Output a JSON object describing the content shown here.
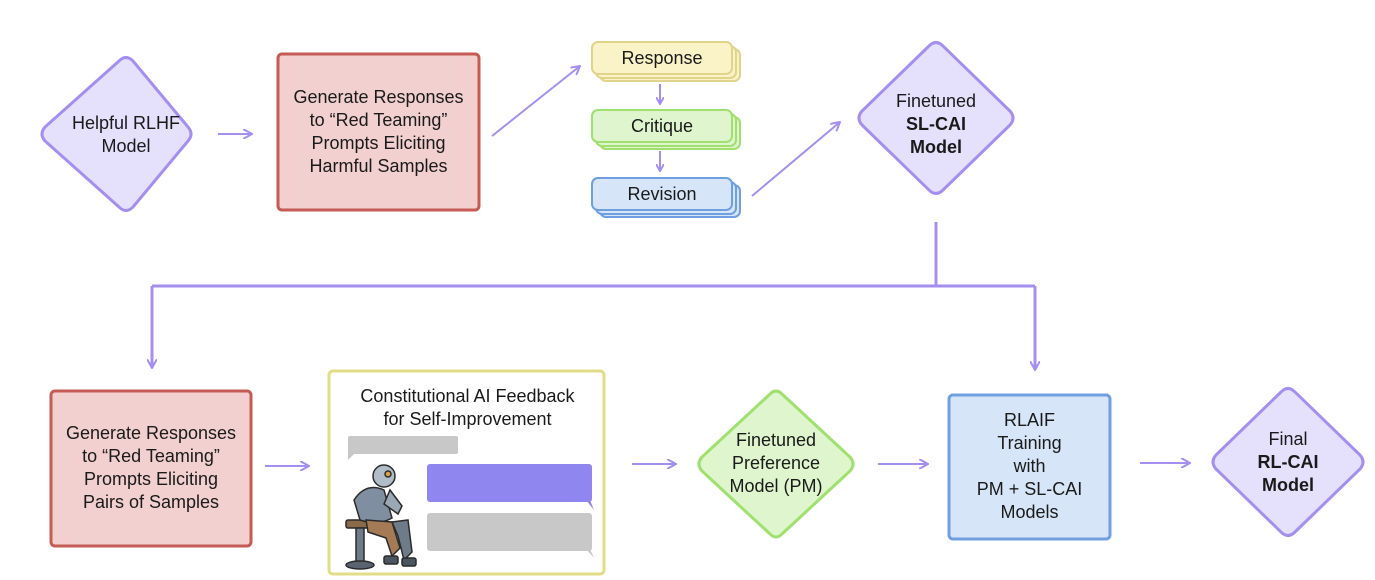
{
  "nodes": {
    "helpful_rlhf": {
      "lines": [
        "Helpful RLHF",
        "Model"
      ]
    },
    "generate_top": {
      "lines": [
        "Generate Responses",
        "to “Red Teaming”",
        "Prompts Eliciting",
        "Harmful Samples"
      ]
    },
    "response": {
      "label": "Response"
    },
    "critique": {
      "label": "Critique"
    },
    "revision": {
      "label": "Revision"
    },
    "finetuned_sl": {
      "line1": "Finetuned",
      "line2": "SL-CAI",
      "line3": "Model"
    },
    "generate_bottom": {
      "lines": [
        "Generate Responses",
        "to “Red Teaming”",
        "Prompts Eliciting",
        "Pairs of Samples"
      ]
    },
    "cai_feedback": {
      "lines": [
        "Constitutional AI Feedback",
        "for Self-Improvement"
      ]
    },
    "preference_model": {
      "lines": [
        "Finetuned",
        "Preference",
        "Model (PM)"
      ]
    },
    "rlaif": {
      "lines": [
        "RLAIF",
        "Training",
        "with",
        "PM + SL-CAI",
        "Models"
      ]
    },
    "final_rl": {
      "line1": "Final",
      "line2": "RL-CAI",
      "line3": "Model"
    }
  },
  "colors": {
    "purple_fill": "#e5e0fb",
    "purple_stroke": "#a48ff0",
    "red_fill": "#f1d0cf",
    "red_stroke": "#c65a55",
    "yellow_fill": "#fbf3c8",
    "yellow_stroke": "#e0d38a",
    "green_fill": "#dff5cd",
    "green_stroke": "#9fe06e",
    "blue_fill": "#d6e6f8",
    "blue_stroke": "#6f9fe0",
    "arrow": "#a48ff0",
    "chat_gray": "#c8c8c8",
    "chat_purple": "#8f86f0"
  }
}
